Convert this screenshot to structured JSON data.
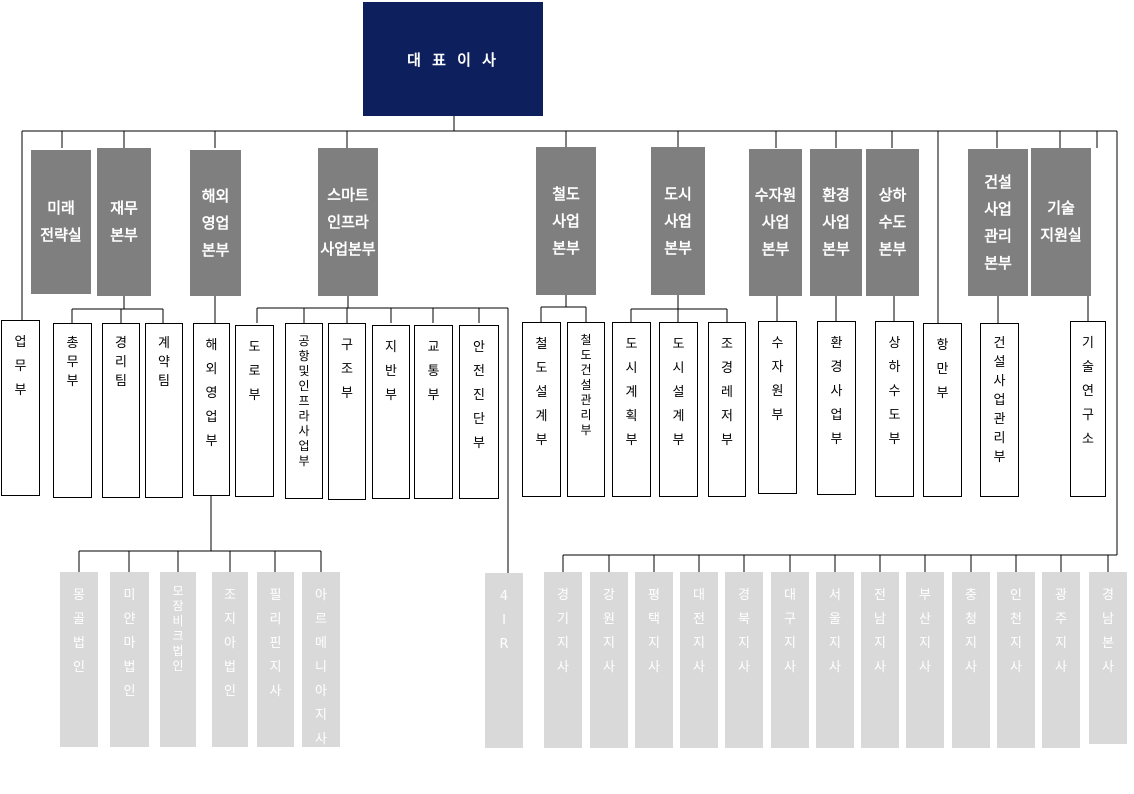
{
  "ceo": {
    "label": "대 표 이 사"
  },
  "divisions": [
    {
      "id": "mirae",
      "label": "미래\n전략실"
    },
    {
      "id": "jaemu",
      "label": "재무\n본부"
    },
    {
      "id": "haeoe",
      "label": "해외\n영업\n본부"
    },
    {
      "id": "smart",
      "label": "스마트\n인프라\n사업본부"
    },
    {
      "id": "cheoldo",
      "label": "철도\n사업\n본부"
    },
    {
      "id": "dosi",
      "label": "도시\n사업\n본부"
    },
    {
      "id": "sujawon",
      "label": "수자원\n사업\n본부"
    },
    {
      "id": "hwangyeong",
      "label": "환경\n사업\n본부"
    },
    {
      "id": "sangha",
      "label": "상하\n수도\n본부"
    },
    {
      "id": "geonseol",
      "label": "건설\n사업\n관리\n본부"
    },
    {
      "id": "gisul",
      "label": "기술\n지원실"
    }
  ],
  "departments": [
    {
      "id": "eopmu",
      "label": "업무부"
    },
    {
      "id": "chongmu",
      "label": "총무부"
    },
    {
      "id": "gyeongri",
      "label": "경리팀"
    },
    {
      "id": "gyeyak",
      "label": "계약팀"
    },
    {
      "id": "haeoe-yeongeop",
      "label": "해외영업부"
    },
    {
      "id": "doro",
      "label": "도로부"
    },
    {
      "id": "gonghang",
      "label": "공항및인프라사업부"
    },
    {
      "id": "gujo",
      "label": "구조부"
    },
    {
      "id": "jiban",
      "label": "지반부"
    },
    {
      "id": "gyotong",
      "label": "교통부"
    },
    {
      "id": "anjeon",
      "label": "안전진단부"
    },
    {
      "id": "cheoldo-seolgye",
      "label": "철도설계부"
    },
    {
      "id": "cheoldo-geonseol",
      "label": "철도건설관리부"
    },
    {
      "id": "dosi-gyehoek",
      "label": "도시계획부"
    },
    {
      "id": "dosi-seolgye",
      "label": "도시설계부"
    },
    {
      "id": "jogyeong",
      "label": "조경레저부"
    },
    {
      "id": "sujawon-bu",
      "label": "수자원부"
    },
    {
      "id": "hwangyeong-bu",
      "label": "환경사업부"
    },
    {
      "id": "sangha-bu",
      "label": "상하수도부"
    },
    {
      "id": "hangman",
      "label": "항만부"
    },
    {
      "id": "geonseol-bu",
      "label": "건설사업관리부"
    },
    {
      "id": "gisul-yeonguso",
      "label": "기술연구소"
    }
  ],
  "overseas_branches": [
    {
      "id": "mongol",
      "label": "몽골법인"
    },
    {
      "id": "myanmar",
      "label": "미얀마법인"
    },
    {
      "id": "mozambique",
      "label": "모잠비크법인"
    },
    {
      "id": "georgia",
      "label": "조지아법인"
    },
    {
      "id": "philippines",
      "label": "필리핀지사"
    },
    {
      "id": "armenia",
      "label": "아르메니아지사"
    }
  ],
  "misc_units": [
    {
      "id": "4ir",
      "label": "4IR"
    }
  ],
  "domestic_branches": [
    {
      "id": "gyeonggi",
      "label": "경기지사"
    },
    {
      "id": "gangwon",
      "label": "강원지사"
    },
    {
      "id": "pyeongtaek",
      "label": "평택지사"
    },
    {
      "id": "daejeon",
      "label": "대전지사"
    },
    {
      "id": "gyeongbuk",
      "label": "경북지사"
    },
    {
      "id": "daegu",
      "label": "대구지사"
    },
    {
      "id": "seoul",
      "label": "서울지사"
    },
    {
      "id": "jeonnam",
      "label": "전남지사"
    },
    {
      "id": "busan",
      "label": "부산지사"
    },
    {
      "id": "chungcheong",
      "label": "충청지사"
    },
    {
      "id": "incheon",
      "label": "인천지사"
    },
    {
      "id": "gwangju",
      "label": "광주지사"
    },
    {
      "id": "gyeongnam",
      "label": "경남본사"
    }
  ],
  "colors": {
    "ceo_fill": "#0d1f5c",
    "division_fill": "#7f7f7f",
    "branch_fill": "#d9d9d9",
    "line": "#000000"
  }
}
